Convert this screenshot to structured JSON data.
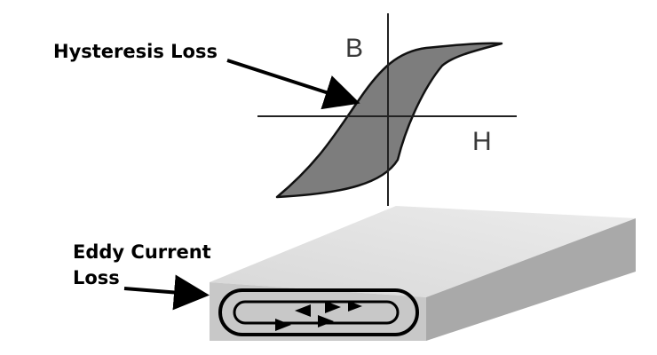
{
  "labels": {
    "hysteresis": "Hysteresis Loss",
    "eddy_line1": "Eddy Current",
    "eddy_line2": "Loss"
  },
  "axes": {
    "b": "B",
    "h": "H"
  },
  "colors": {
    "loop_fill": "#7d7d7d",
    "loop_stroke": "#111111",
    "slab_top": "#e4e4e4",
    "slab_front": "#c8c8c8",
    "slab_side": "#a9a9a9"
  }
}
